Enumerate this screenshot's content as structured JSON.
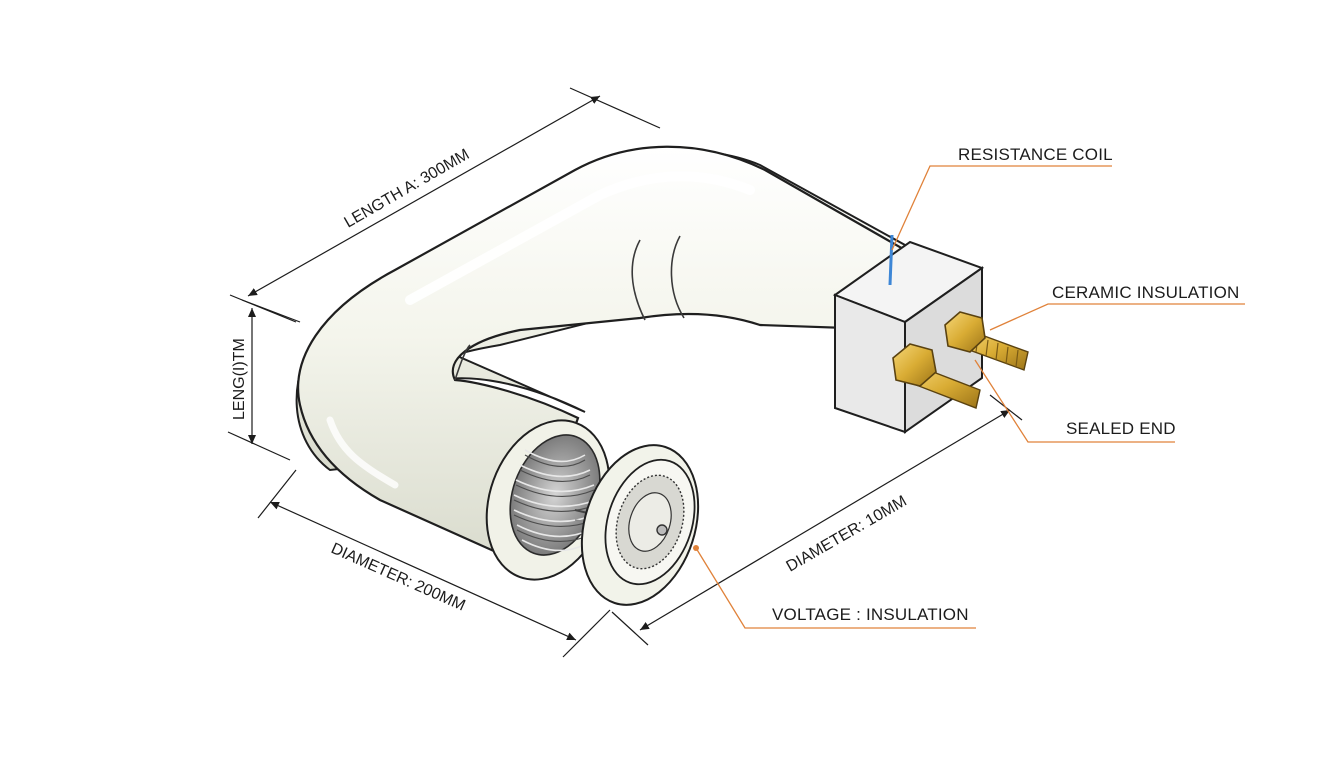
{
  "callouts": {
    "resistance_coil": "RESISTANCE COIL",
    "ceramic_insulation": "CERAMIC INSULATION",
    "sealed_end": "SEALED END",
    "voltage_insulation": "VOLTAGE : INSULATION"
  },
  "dimensions": {
    "length_a": "LENGTH A: 300MM",
    "length_side": "LENG(I)TM",
    "diameter_200": "DIAMETER: 200MM",
    "diameter_10": "DIAMETER: 10MM"
  },
  "colors": {
    "callout_line": "#e0823a",
    "tube_fill": "#f3f4ea",
    "brass": "#d9b13c",
    "wire": "#3d86d6"
  }
}
